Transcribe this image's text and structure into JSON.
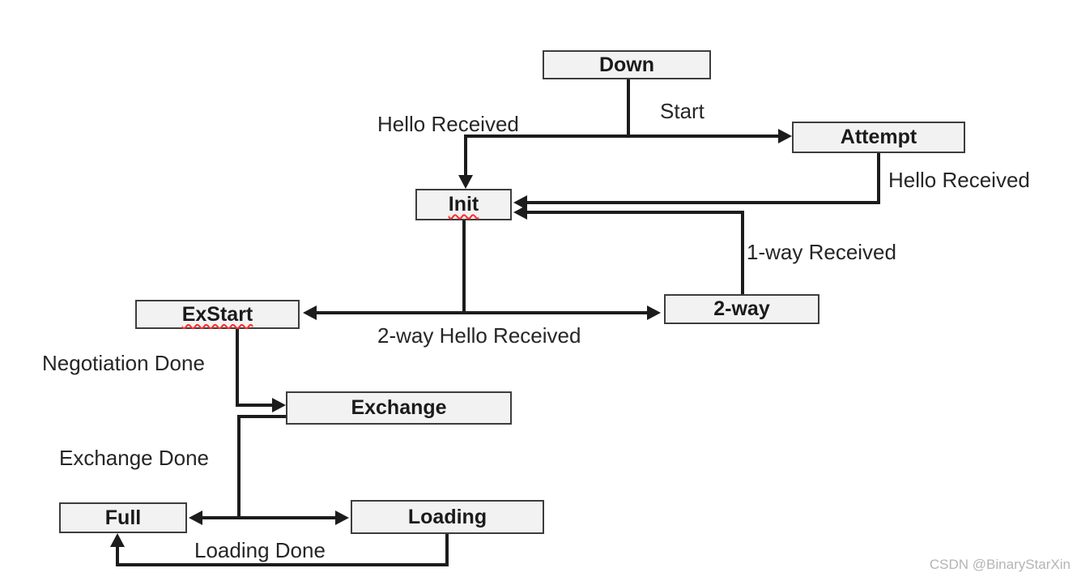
{
  "diagram": {
    "type": "state-machine",
    "description": "OSPF neighbor adjacency state machine flow diagram",
    "colors": {
      "background": "#ffffff",
      "node_fill": "#f2f2f2",
      "node_border": "#3d3d3d",
      "connector": "#1c1c1c",
      "label_text": "#262626",
      "spellcheck_underline": "#ff2a2a",
      "watermark": "#b4b4b4"
    },
    "nodes": {
      "down": {
        "label": "Down"
      },
      "attempt": {
        "label": "Attempt"
      },
      "init": {
        "label": "Init",
        "spellcheck_underline": true
      },
      "two_way": {
        "label": "2-way"
      },
      "exstart": {
        "label": "ExStart",
        "spellcheck_underline": true
      },
      "exchange": {
        "label": "Exchange"
      },
      "full": {
        "label": "Full"
      },
      "loading": {
        "label": "Loading"
      }
    },
    "transitions": {
      "start": {
        "label": "Start",
        "from": "Down",
        "to": "Attempt"
      },
      "hello_received_from_down": {
        "label": "Hello Received",
        "from": "Down",
        "to": "Init"
      },
      "hello_received_from_attempt": {
        "label": "Hello Received",
        "from": "Attempt",
        "to": "Init"
      },
      "one_way_received": {
        "label": "1-way Received",
        "from": "2-way",
        "to": "Init"
      },
      "two_way_hello_received": {
        "label": "2-way Hello Received",
        "from": "Init",
        "to": "ExStart / 2-way"
      },
      "negotiation_done": {
        "label": "Negotiation Done",
        "from": "ExStart",
        "to": "Exchange"
      },
      "exchange_done": {
        "label": "Exchange Done",
        "from": "Exchange",
        "to": "Full / Loading"
      },
      "loading_done": {
        "label": "Loading Done",
        "from": "Loading",
        "to": "Full"
      }
    },
    "watermark": {
      "text": "CSDN @BinaryStarXin"
    }
  }
}
